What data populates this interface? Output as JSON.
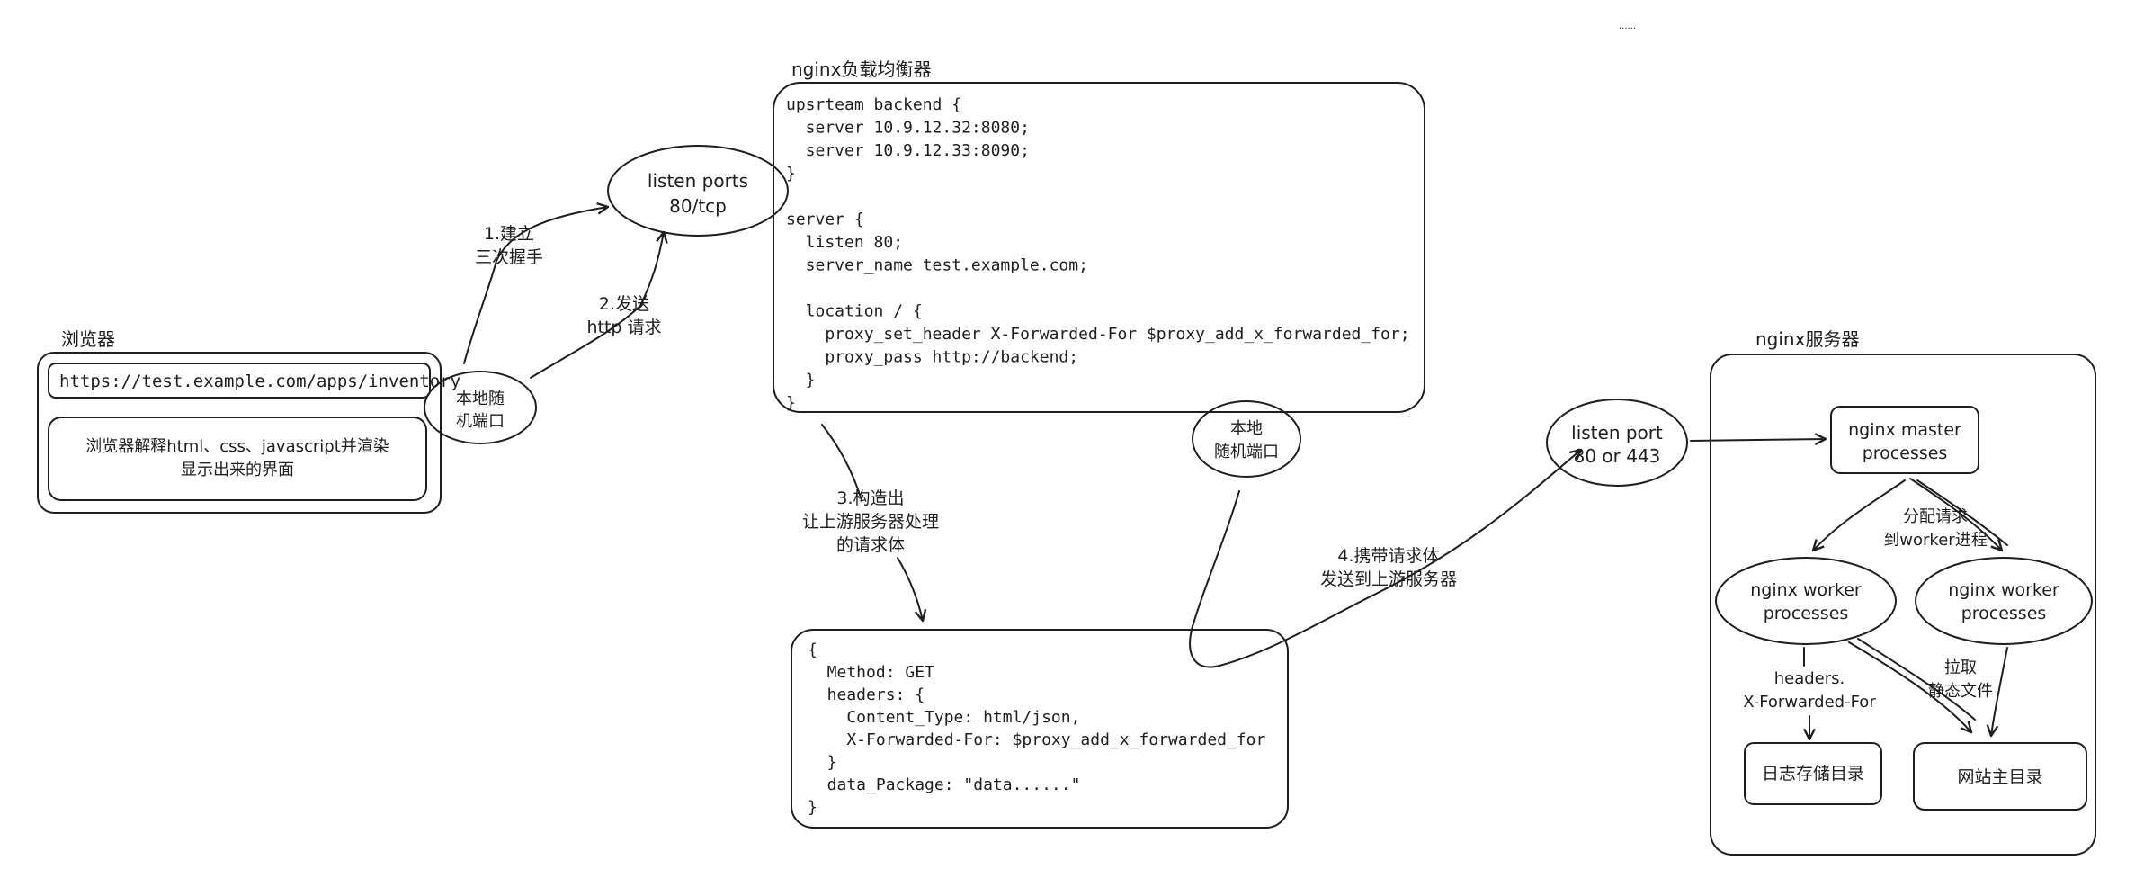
{
  "colors": {
    "stroke": "#1e1e1e",
    "background": "#ffffff"
  },
  "browser": {
    "label": "浏览器",
    "url": "https://test.example.com/apps/inventory",
    "description_line1": "浏览器解释html、css、javascript并渲染",
    "description_line2": "显示出来的界面"
  },
  "local_port_client": {
    "line1": "本地随",
    "line2": "机端口"
  },
  "listen80": {
    "line1": "listen ports",
    "line2": "80/tcp"
  },
  "step1": {
    "line1": "1.建立",
    "line2": "三次握手"
  },
  "step2": {
    "line1": "2.发送",
    "line2": "http 请求"
  },
  "nginx_lb": {
    "label": "nginx负载均衡器",
    "code": [
      "upsrteam backend {",
      "  server 10.9.12.32:8080;",
      "  server 10.9.12.33:8090;",
      "}",
      "",
      "server {",
      "  listen 80;",
      "  server_name test.example.com;",
      "",
      "  location / {",
      "    proxy_set_header X-Forwarded-For $proxy_add_x_forwarded_for;",
      "    proxy_pass http://backend;",
      "  }",
      "}"
    ]
  },
  "local_port_lb": {
    "line1": "本地",
    "line2": "随机端口"
  },
  "step3": {
    "line1": "3.构造出",
    "line2": "让上游服务器处理",
    "line3": "的请求体"
  },
  "request_body": {
    "code": [
      "{",
      "  Method: GET",
      "  headers: {",
      "    Content_Type: html/json,",
      "    X-Forwarded-For: $proxy_add_x_forwarded_for",
      "  }",
      "  data_Package: \"data......\"",
      "}"
    ]
  },
  "step4": {
    "line1": "4.携带请求体",
    "line2": "发送到上游服务器"
  },
  "listen_upstream": {
    "line1": "listen port",
    "line2": "80 or 443"
  },
  "nginx_server": {
    "label": "nginx服务器",
    "master": {
      "line1": "nginx master",
      "line2": "processes"
    },
    "dispatch": {
      "line1": "分配请求",
      "line2": "到worker进程"
    },
    "worker1": {
      "line1": "nginx worker",
      "line2": "processes"
    },
    "worker2": {
      "line1": "nginx worker",
      "line2": "processes"
    },
    "headers_label": {
      "line1": "headers.",
      "line2": "X-Forwarded-For"
    },
    "fetch_label": {
      "line1": "拉取",
      "line2": "静态文件"
    },
    "log_dir": "日志存储目录",
    "web_root": "网站主目录"
  },
  "corner_marks": "......"
}
